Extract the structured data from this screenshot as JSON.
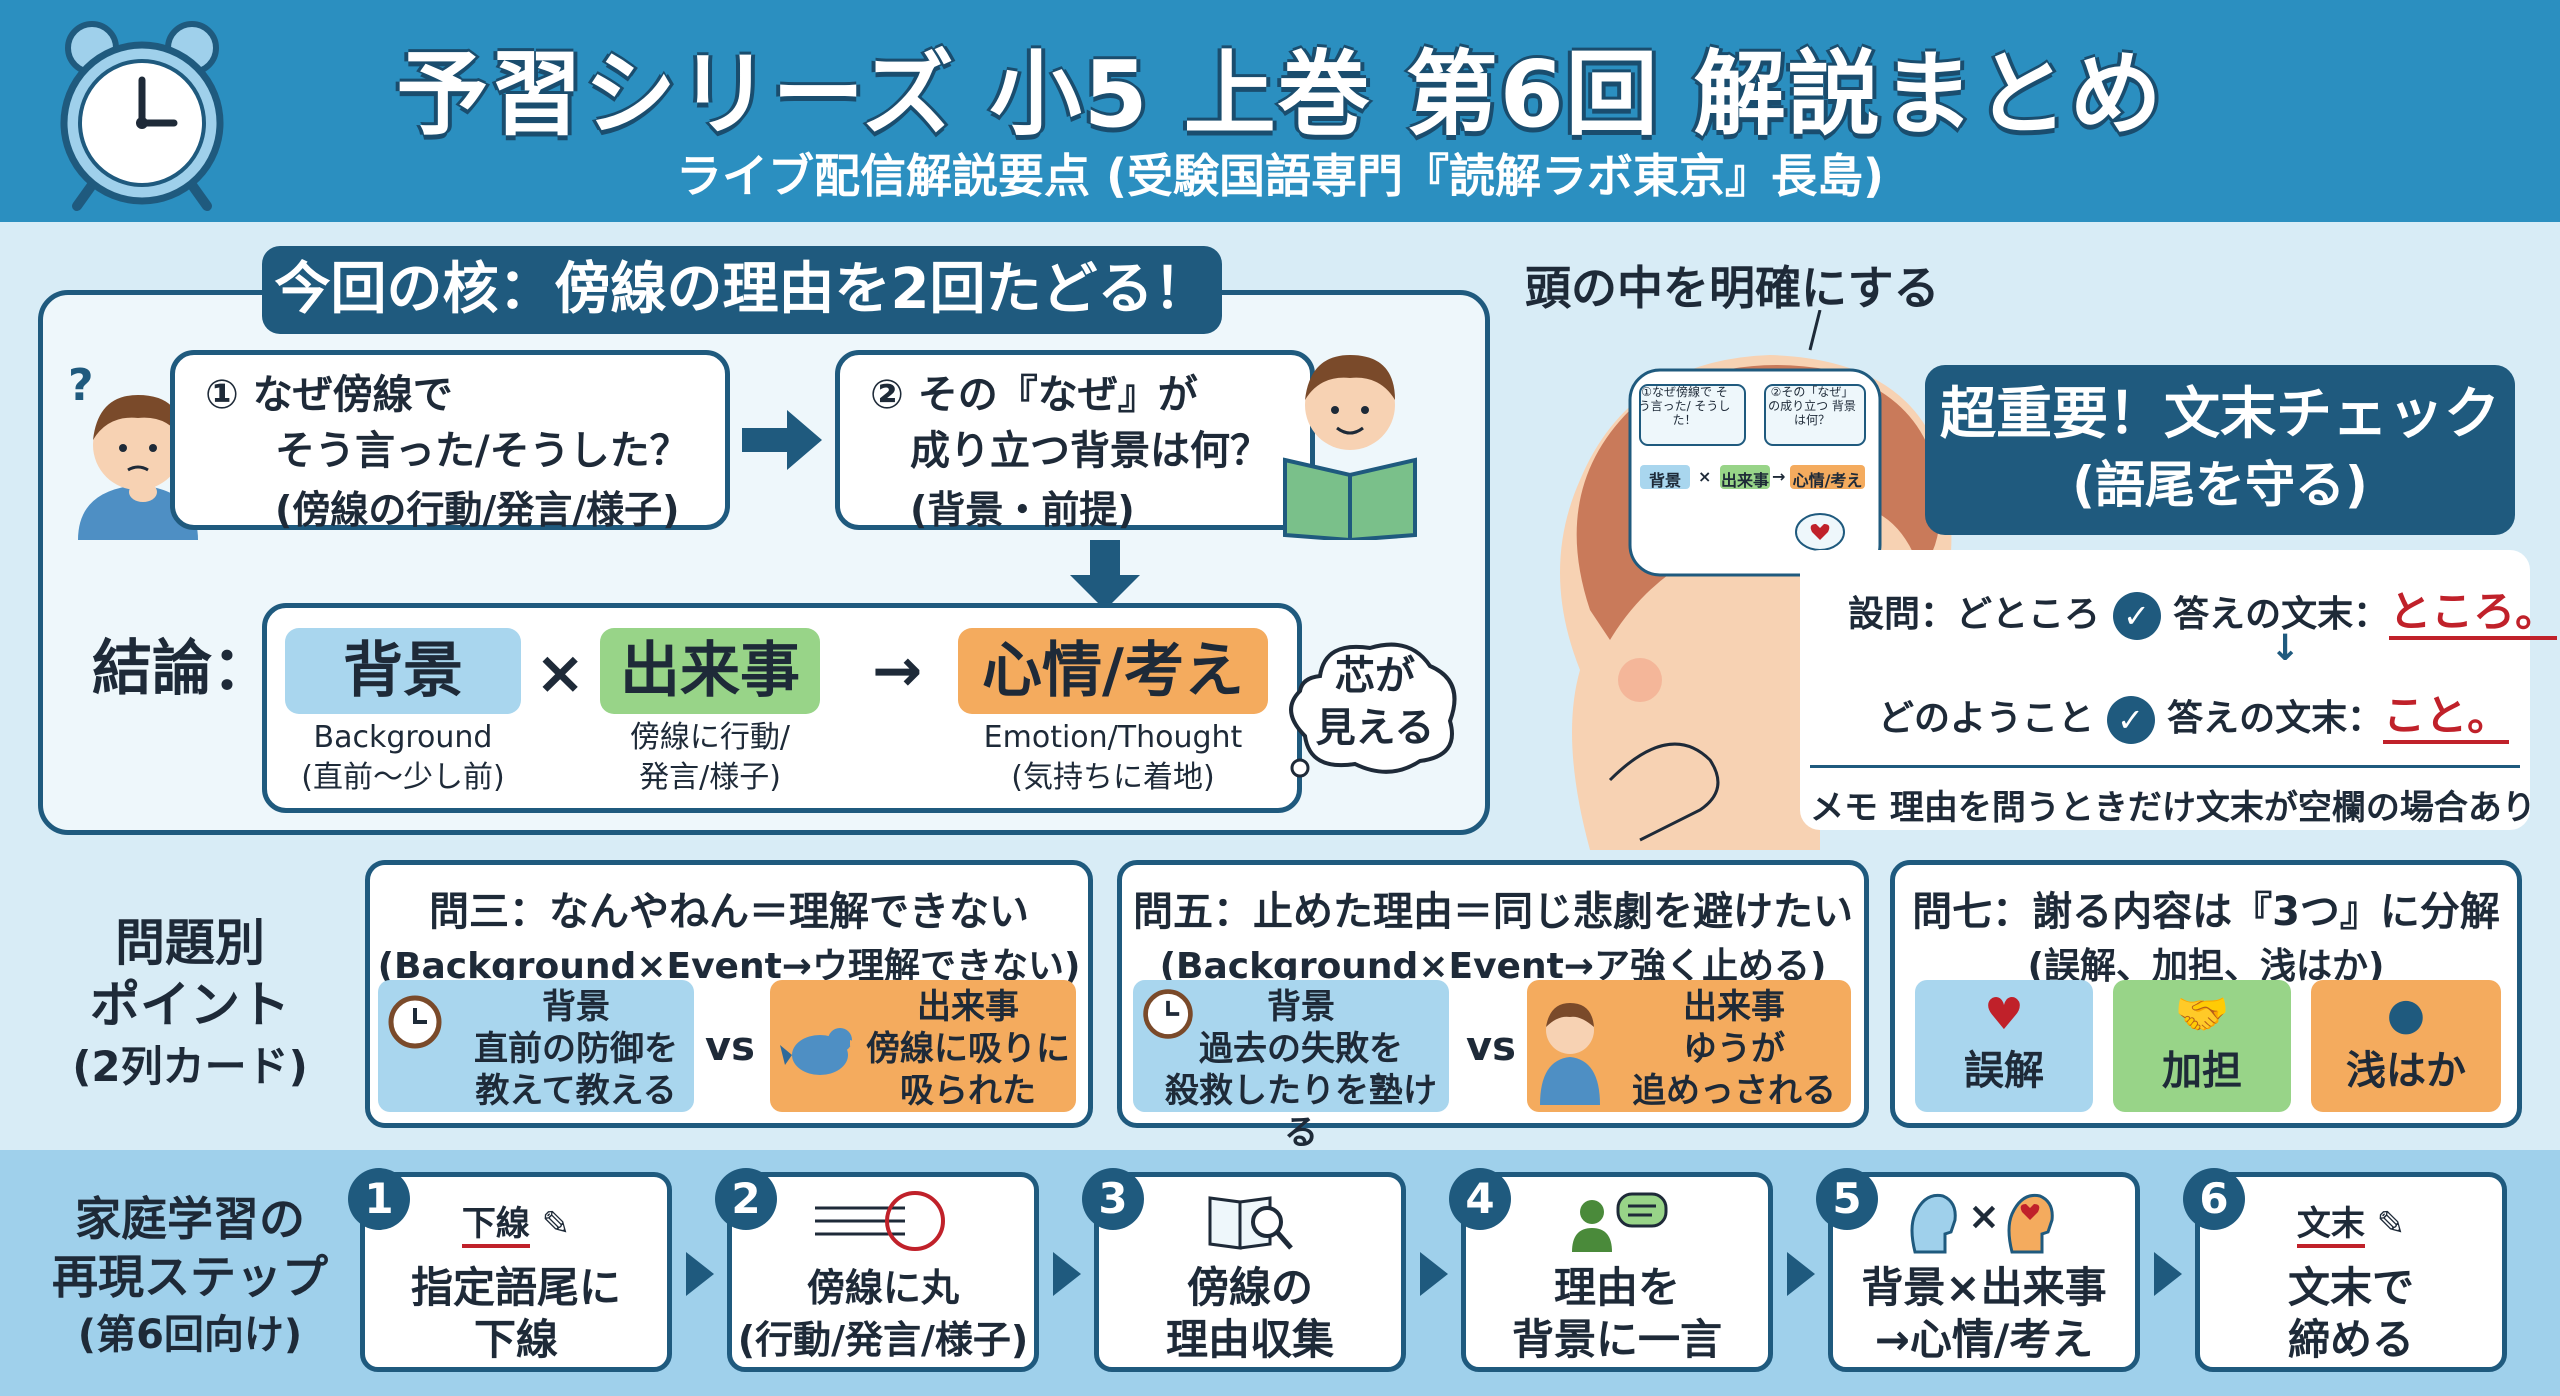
{
  "header": {
    "title": "予習シリーズ 小5 上巻 第6回 解説まとめ",
    "subtitle": "ライブ配信解説要点 (受験国語専門『読解ラボ東京』長島)"
  },
  "core": {
    "title": "今回の核：傍線の理由を2回たどる！",
    "q1": {
      "line1": "① なぜ傍線で",
      "line2": "そう言った/そうした？",
      "line3": "(傍線の行動/発言/様子)"
    },
    "q2": {
      "line1": "② その『なぜ』が",
      "line2": "成り立つ背景は何？",
      "line3": "(背景・前提)"
    },
    "conclusion_label": "結論：",
    "background": {
      "label": "背景",
      "en": "Background",
      "note": "(直前〜少し前)"
    },
    "times": "×",
    "event": {
      "label": "出来事",
      "note1": "傍線に行動/",
      "note2": "発言/様子)"
    },
    "arrow": "→",
    "emotion": {
      "label": "心情/考え",
      "en": "Emotion/Thought",
      "note": "(気持ちに着地)"
    },
    "bubble": {
      "line1": "芯が",
      "line2": "見える"
    }
  },
  "right": {
    "head_caption": "頭の中を明確にする",
    "brain": {
      "q1": "①なぜ傍線で そう言った/ そうした！",
      "q2": "②その「なぜ」 の成り立つ 背景は何？",
      "formula_bg": "背景",
      "formula_x": "×",
      "formula_ev": "出来事",
      "formula_arrow": "→",
      "formula_em": "心情/考え"
    },
    "important_title": "超重要！文末チェック",
    "important_sub": "(語尾を守る)",
    "row1_q": "設問：どところ",
    "row1_a": "答えの文末：",
    "row1_end": "ところ。",
    "row2_q": "どのようこと",
    "row2_a": "答えの文末：",
    "row2_end": "こと。",
    "check": "✓",
    "down_arrow": "↓",
    "memo": "メモ 理由を問うときだけ文末が空欄の場合あり"
  },
  "problems": {
    "label_line1": "問題別",
    "label_line2": "ポイント",
    "label_line3": "(2列カード)",
    "vs": "vs",
    "card3": {
      "title": "問三：なんやねん＝理解できない",
      "sub": "(Background×Event→ウ理解できない)",
      "left": {
        "l1": "背景",
        "l2": "直前の防御を",
        "l3": "教えて教える"
      },
      "right": {
        "l1": "出来事",
        "l2": "傍線に吸りに",
        "l3": "吸られた"
      }
    },
    "card5": {
      "title": "問五：止めた理由＝同じ悲劇を避けたい",
      "sub": "(Background×Event→ア強く止める)",
      "left": {
        "l1": "背景",
        "l2": "過去の失敗を",
        "l3": "殺救したりを塾ける"
      },
      "right": {
        "l1": "出来事",
        "l2": "ゆうが",
        "l3": "追めっされる"
      }
    },
    "card7": {
      "title": "問七：謝る内容は『3つ』に分解",
      "sub": "(誤解、加担、浅はか)",
      "items": [
        "誤解",
        "加担",
        "浅はか"
      ]
    }
  },
  "steps": {
    "label_line1": "家庭学習の",
    "label_line2": "再現ステップ",
    "label_line3": "(第6回向け)",
    "items": [
      {
        "num": "1",
        "icon": "下線",
        "l1": "指定語尾に",
        "l2": "下線"
      },
      {
        "num": "2",
        "icon": "",
        "l1": "傍線に丸",
        "l2": "(行動/発言/様子)"
      },
      {
        "num": "3",
        "icon": "",
        "l1": "傍線の",
        "l2": "理由収集"
      },
      {
        "num": "4",
        "icon": "",
        "l1": "理由を",
        "l2": "背景に一言"
      },
      {
        "num": "5",
        "icon": "×",
        "l1": "背景×出来事",
        "l2": "→心情/考え"
      },
      {
        "num": "6",
        "icon": "文末",
        "l1": "文末で",
        "l2": "締める"
      }
    ]
  },
  "colors": {
    "navy": "#1f5a7e",
    "header": "#2a8cbe",
    "blue": "#a9d6ee",
    "green": "#98d488",
    "orange": "#f4ab5e",
    "red": "#c0212a"
  }
}
